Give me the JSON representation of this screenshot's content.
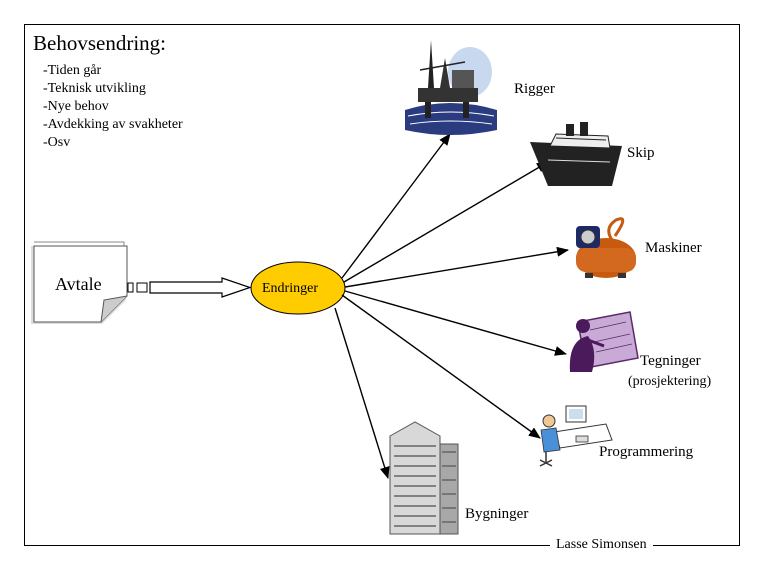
{
  "title": "Behovsendring:",
  "bullets": [
    "-Tiden går",
    "-Teknisk utvikling",
    "-Nye behov",
    "-Avdekking av svakheter",
    "-Osv"
  ],
  "source_box": {
    "label": "Avtale"
  },
  "hub": {
    "label": "Endringer",
    "fill": "#FFCC00"
  },
  "targets": {
    "rigger": "Rigger",
    "skip": "Skip",
    "maskiner": "Maskiner",
    "tegninger": "Tegninger",
    "tegninger_sub": "(prosjektering)",
    "programmering": "Programmering",
    "bygninger": "Bygninger"
  },
  "footer": "Lasse Simonsen",
  "icons": {
    "rigger": "oil-rig-icon",
    "skip": "ship-icon",
    "maskiner": "water-pump-icon",
    "tegninger": "drafting-person-icon",
    "programmering": "programmer-at-desk-icon",
    "bygninger": "office-building-icon"
  }
}
